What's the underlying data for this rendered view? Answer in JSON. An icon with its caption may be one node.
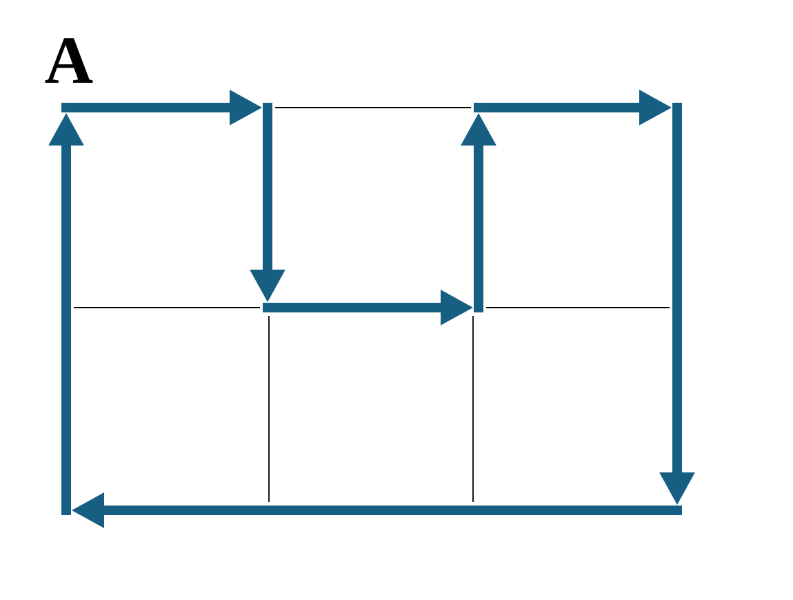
{
  "diagram": {
    "nodes": [
      {
        "text": [],
        "shape": "point"
      },
      {
        "text": [],
        "shape": "point"
      },
      {
        "text": [],
        "shape": "point"
      },
      {
        "text": [],
        "shape": "point"
      },
      {
        "text": [],
        "shape": "point"
      },
      {
        "text": [],
        "shape": "point"
      },
      {
        "text": [],
        "shape": "point"
      },
      {
        "text": [],
        "shape": "point"
      }
    ],
    "edges": [
      {
        "from": 1,
        "to": 0,
        "arrow": "to"
      },
      {
        "from": 0,
        "to": 2,
        "arrow": "to"
      },
      {
        "from": 2,
        "to": 3,
        "arrow": "to"
      },
      {
        "from": 3,
        "to": 5,
        "arrow": "to"
      },
      {
        "from": 5,
        "to": 4,
        "arrow": "to"
      },
      {
        "from": 4,
        "to": 6,
        "arrow": "to"
      },
      {
        "from": 6,
        "to": 7,
        "arrow": "to"
      },
      {
        "from": 7,
        "to": 1,
        "arrow": "to"
      }
    ],
    "labels": [
      "A"
    ]
  }
}
